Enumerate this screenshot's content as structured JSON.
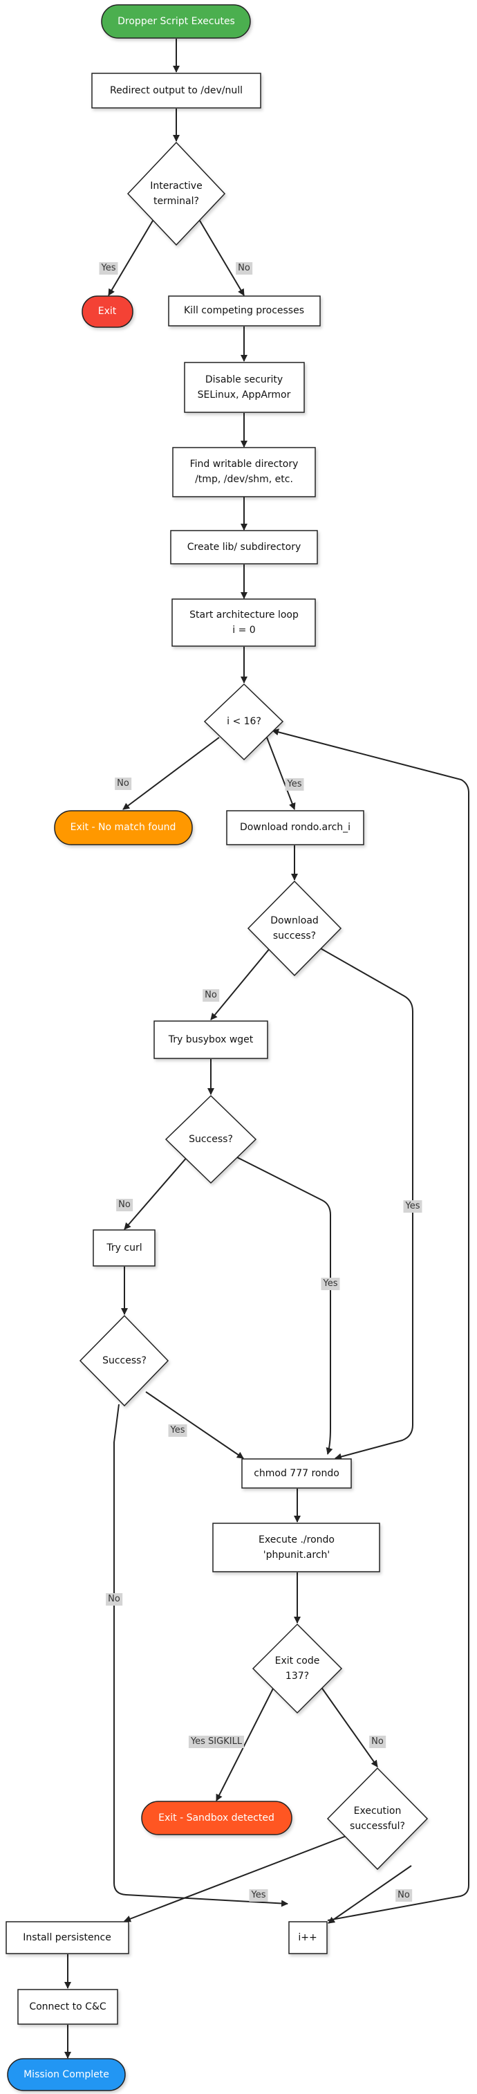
{
  "nodes": {
    "start": {
      "label": "Dropper Script Executes"
    },
    "redirect": {
      "label": "Redirect output to /dev/null"
    },
    "interactive": {
      "label": "Interactive\nterminal?"
    },
    "exit": {
      "label": "Exit"
    },
    "kill": {
      "label": "Kill competing processes"
    },
    "disable_security": {
      "label": "Disable security\nSELinux, AppArmor"
    },
    "find_dir": {
      "label": "Find writable directory\n/tmp, /dev/shm, etc."
    },
    "create_lib": {
      "label": "Create lib/ subdirectory"
    },
    "start_loop": {
      "label": "Start architecture loop\ni = 0"
    },
    "loop_check": {
      "label": "i < 16?"
    },
    "exit_nomatch": {
      "label": "Exit - No match found"
    },
    "download": {
      "label": "Download rondo.arch_i"
    },
    "download_success": {
      "label": "Download\nsuccess?"
    },
    "busybox": {
      "label": "Try busybox wget"
    },
    "success1": {
      "label": "Success?"
    },
    "curl": {
      "label": "Try curl"
    },
    "success2": {
      "label": "Success?"
    },
    "chmod": {
      "label": "chmod 777 rondo"
    },
    "execute": {
      "label": "Execute ./rondo\n'phpunit.arch'"
    },
    "exit_code": {
      "label": "Exit code\n137?"
    },
    "exit_sandbox": {
      "label": "Exit - Sandbox detected"
    },
    "exec_success": {
      "label": "Execution\nsuccessful?"
    },
    "persistence": {
      "label": "Install persistence"
    },
    "increment": {
      "label": "i++"
    },
    "connect": {
      "label": "Connect to C&C"
    },
    "mission": {
      "label": "Mission Complete"
    }
  },
  "edge_labels": {
    "interactive_yes": "Yes",
    "interactive_no": "No",
    "loop_no": "No",
    "loop_yes": "Yes",
    "download_no": "No",
    "download_yes": "Yes",
    "success1_no": "No",
    "success1_yes": "Yes",
    "success2_yes": "Yes",
    "success2_no": "No",
    "exitcode_yes": "Yes SIGKILL",
    "exitcode_no": "No",
    "exec_yes": "Yes",
    "exec_no": "No"
  },
  "colors": {
    "start_green": "#4caf50",
    "exit_red": "#f44336",
    "exit_orange": "#ff9800",
    "sandbox_red": "#ff5722",
    "mission_blue": "#2196f3",
    "stroke": "#222222"
  }
}
